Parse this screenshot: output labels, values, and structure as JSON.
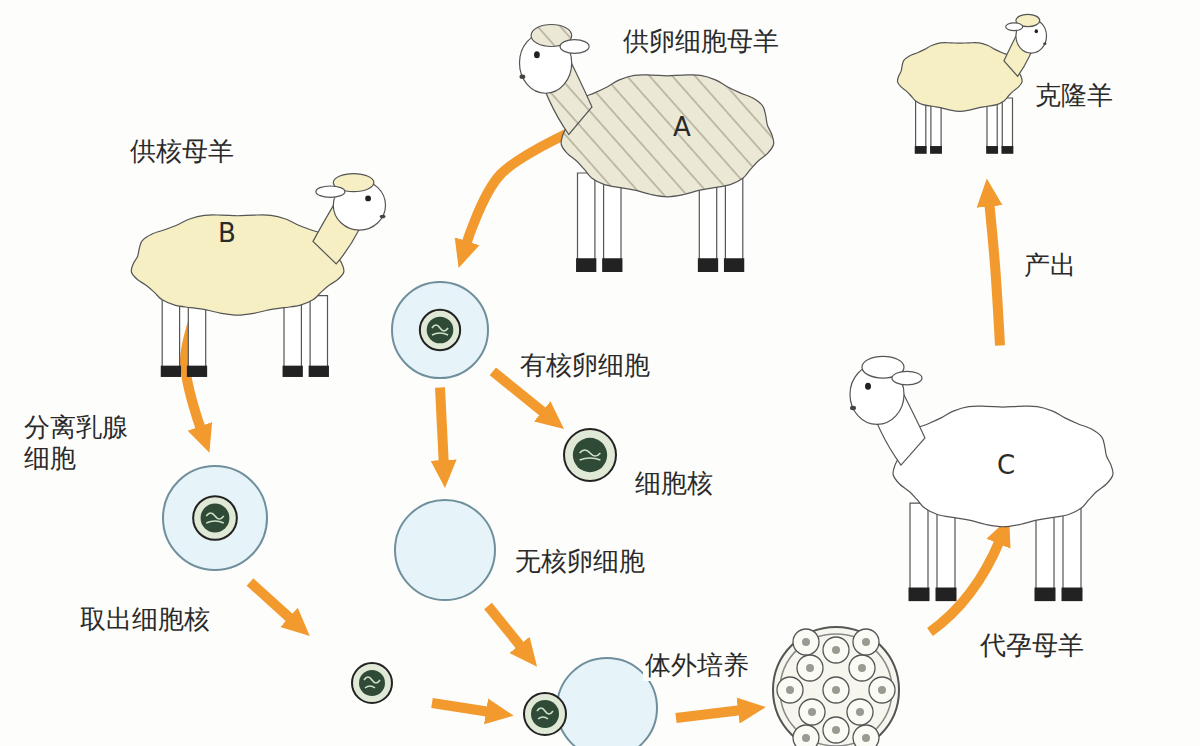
{
  "diagram": {
    "nodes": [
      {
        "text": [
          "供核母羊",
          "B"
        ]
      },
      {
        "text": [
          "供卵细胞母羊",
          "A"
        ]
      },
      {
        "text": [
          "克隆羊"
        ]
      },
      {
        "text": [
          "分离乳腺细胞"
        ]
      },
      {
        "text": [
          "有核卵细胞"
        ]
      },
      {
        "text": [
          "细胞核"
        ]
      },
      {
        "text": [
          "无核卵细胞"
        ]
      },
      {
        "text": [
          "C",
          "代孕母羊"
        ]
      }
    ],
    "edges": [
      {
        "from": 0,
        "to": 3,
        "arrow": "to"
      },
      {
        "from": 1,
        "to": 4,
        "arrow": "to"
      },
      {
        "from": 4,
        "to": 5,
        "arrow": "to"
      },
      {
        "from": 4,
        "to": 6,
        "arrow": "to"
      },
      {
        "from": 7,
        "to": 2,
        "label": "产出",
        "arrow": "to"
      }
    ],
    "labels": [
      "取出细胞核",
      "体外培养"
    ]
  }
}
